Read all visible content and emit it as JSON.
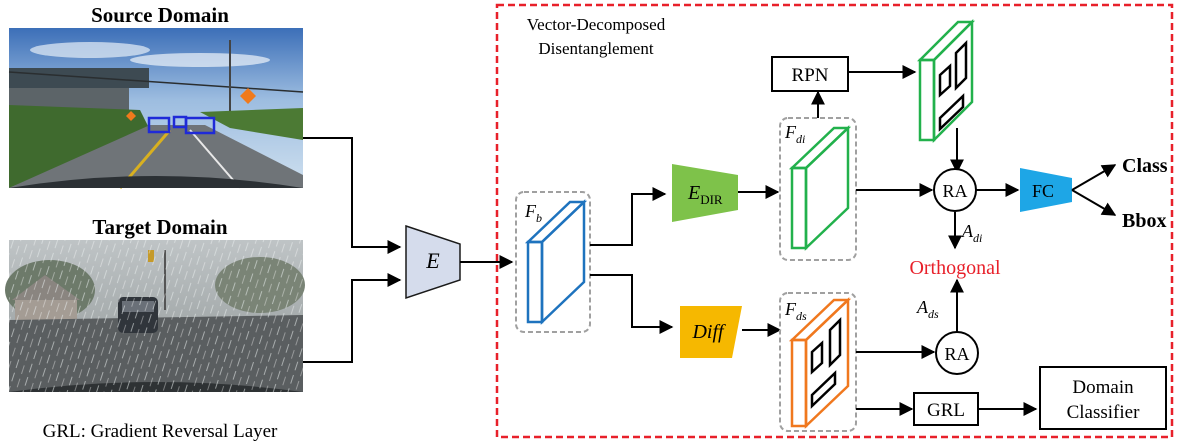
{
  "colors": {
    "frame_dashed": "#e8202a",
    "encoder_fill": "#d5dcec",
    "edir_fill": "#7ec24a",
    "diff_fill": "#f6b800",
    "fc_fill": "#1ea6e6",
    "fb_box": "#1e73be",
    "fdi_box": "#22b14c",
    "fds_box": "#f0781e",
    "orthogonal_text": "#e8202a",
    "group_dashed": "#a0a0a0"
  },
  "source": {
    "title": "Source Domain",
    "image_icon": "road-photo-clear-day-with-blue-boxes"
  },
  "target": {
    "title": "Target Domain",
    "image_icon": "road-photo-rainy-street"
  },
  "footnote": "GRL: Gradient Reversal Layer",
  "encoder": {
    "label": "E"
  },
  "frame": {
    "title_line1": "Vector-Decomposed",
    "title_line2": "Disentanglement"
  },
  "features": {
    "fb": {
      "main": "F",
      "sub": "b"
    },
    "fdi": {
      "main": "F",
      "sub": "di"
    },
    "fds": {
      "main": "F",
      "sub": "ds"
    }
  },
  "modules": {
    "edir_main": "E",
    "edir_sub": "DIR",
    "diff": "Diff",
    "rpn": "RPN",
    "ra_top": "RA",
    "ra_bottom": "RA",
    "fc": "FC",
    "grl": "GRL",
    "domain_classifier_line1": "Domain",
    "domain_classifier_line2": "Classifier"
  },
  "attention": {
    "adi_main": "A",
    "adi_sub": "di",
    "ads_main": "A",
    "ads_sub": "ds",
    "orthogonal": "Orthogonal"
  },
  "outputs": {
    "class": "Class",
    "bbox": "Bbox"
  }
}
